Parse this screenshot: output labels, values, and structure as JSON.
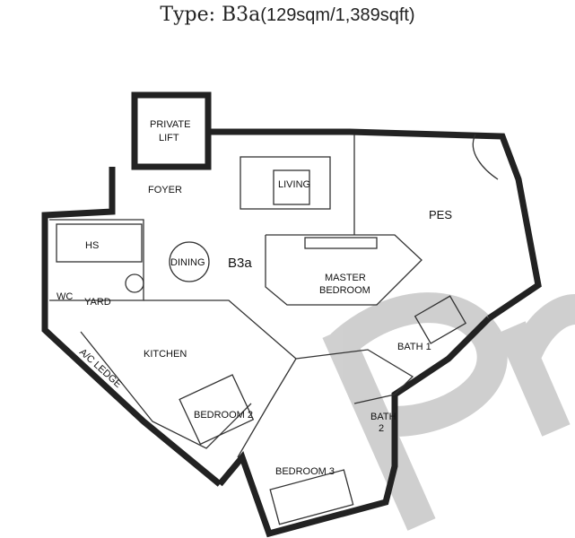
{
  "title": {
    "type_label": "Type: B3a",
    "area": "(129sqm/1,389sqft)"
  },
  "rooms": {
    "private_lift_1": "PRIVATE",
    "private_lift_2": "LIFT",
    "foyer": "FOYER",
    "living": "LIVING",
    "pes": "PES",
    "hs": "HS",
    "dining": "DINING",
    "unit": "B3a",
    "master_bedroom_1": "MASTER",
    "master_bedroom_2": "BEDROOM",
    "wc": "WC",
    "yard": "YARD",
    "kitchen": "KITCHEN",
    "ac_ledge": "A/C LEDGE",
    "bath1": "BATH  1",
    "bedroom2": "BEDROOM 2",
    "bath2_1": "BATH",
    "bath2_2": "2",
    "bedroom3": "BEDROOM 3"
  },
  "watermark": "Pr"
}
